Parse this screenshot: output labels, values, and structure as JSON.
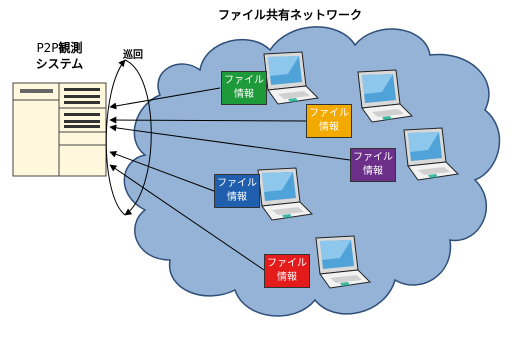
{
  "title": "ファイル共有ネットワーク",
  "system": {
    "line1_prefix": "P2P",
    "line1_bold": "観測",
    "line2": "システム"
  },
  "patrol_label": "巡回",
  "nodes": [
    {
      "line1": "ファイル",
      "line2": "情報",
      "color": "#1f9a3a",
      "icon": "laptop-icon"
    },
    {
      "line1": "ファイル",
      "line2": "情報",
      "color": "#f2a900",
      "icon": "laptop-icon"
    },
    {
      "line1": "ファイル",
      "line2": "情報",
      "color": "#6b2f8a",
      "icon": "laptop-icon"
    },
    {
      "line1": "ファイル",
      "line2": "情報",
      "color": "#1f5fae",
      "icon": "laptop-icon"
    },
    {
      "line1": "ファイル",
      "line2": "情報",
      "color": "#e41b1b",
      "icon": "laptop-icon"
    }
  ],
  "colors": {
    "cloud": "#95b3d7",
    "cloud_stroke": "#2f4f7a",
    "server_fill": "#fff8dc"
  }
}
